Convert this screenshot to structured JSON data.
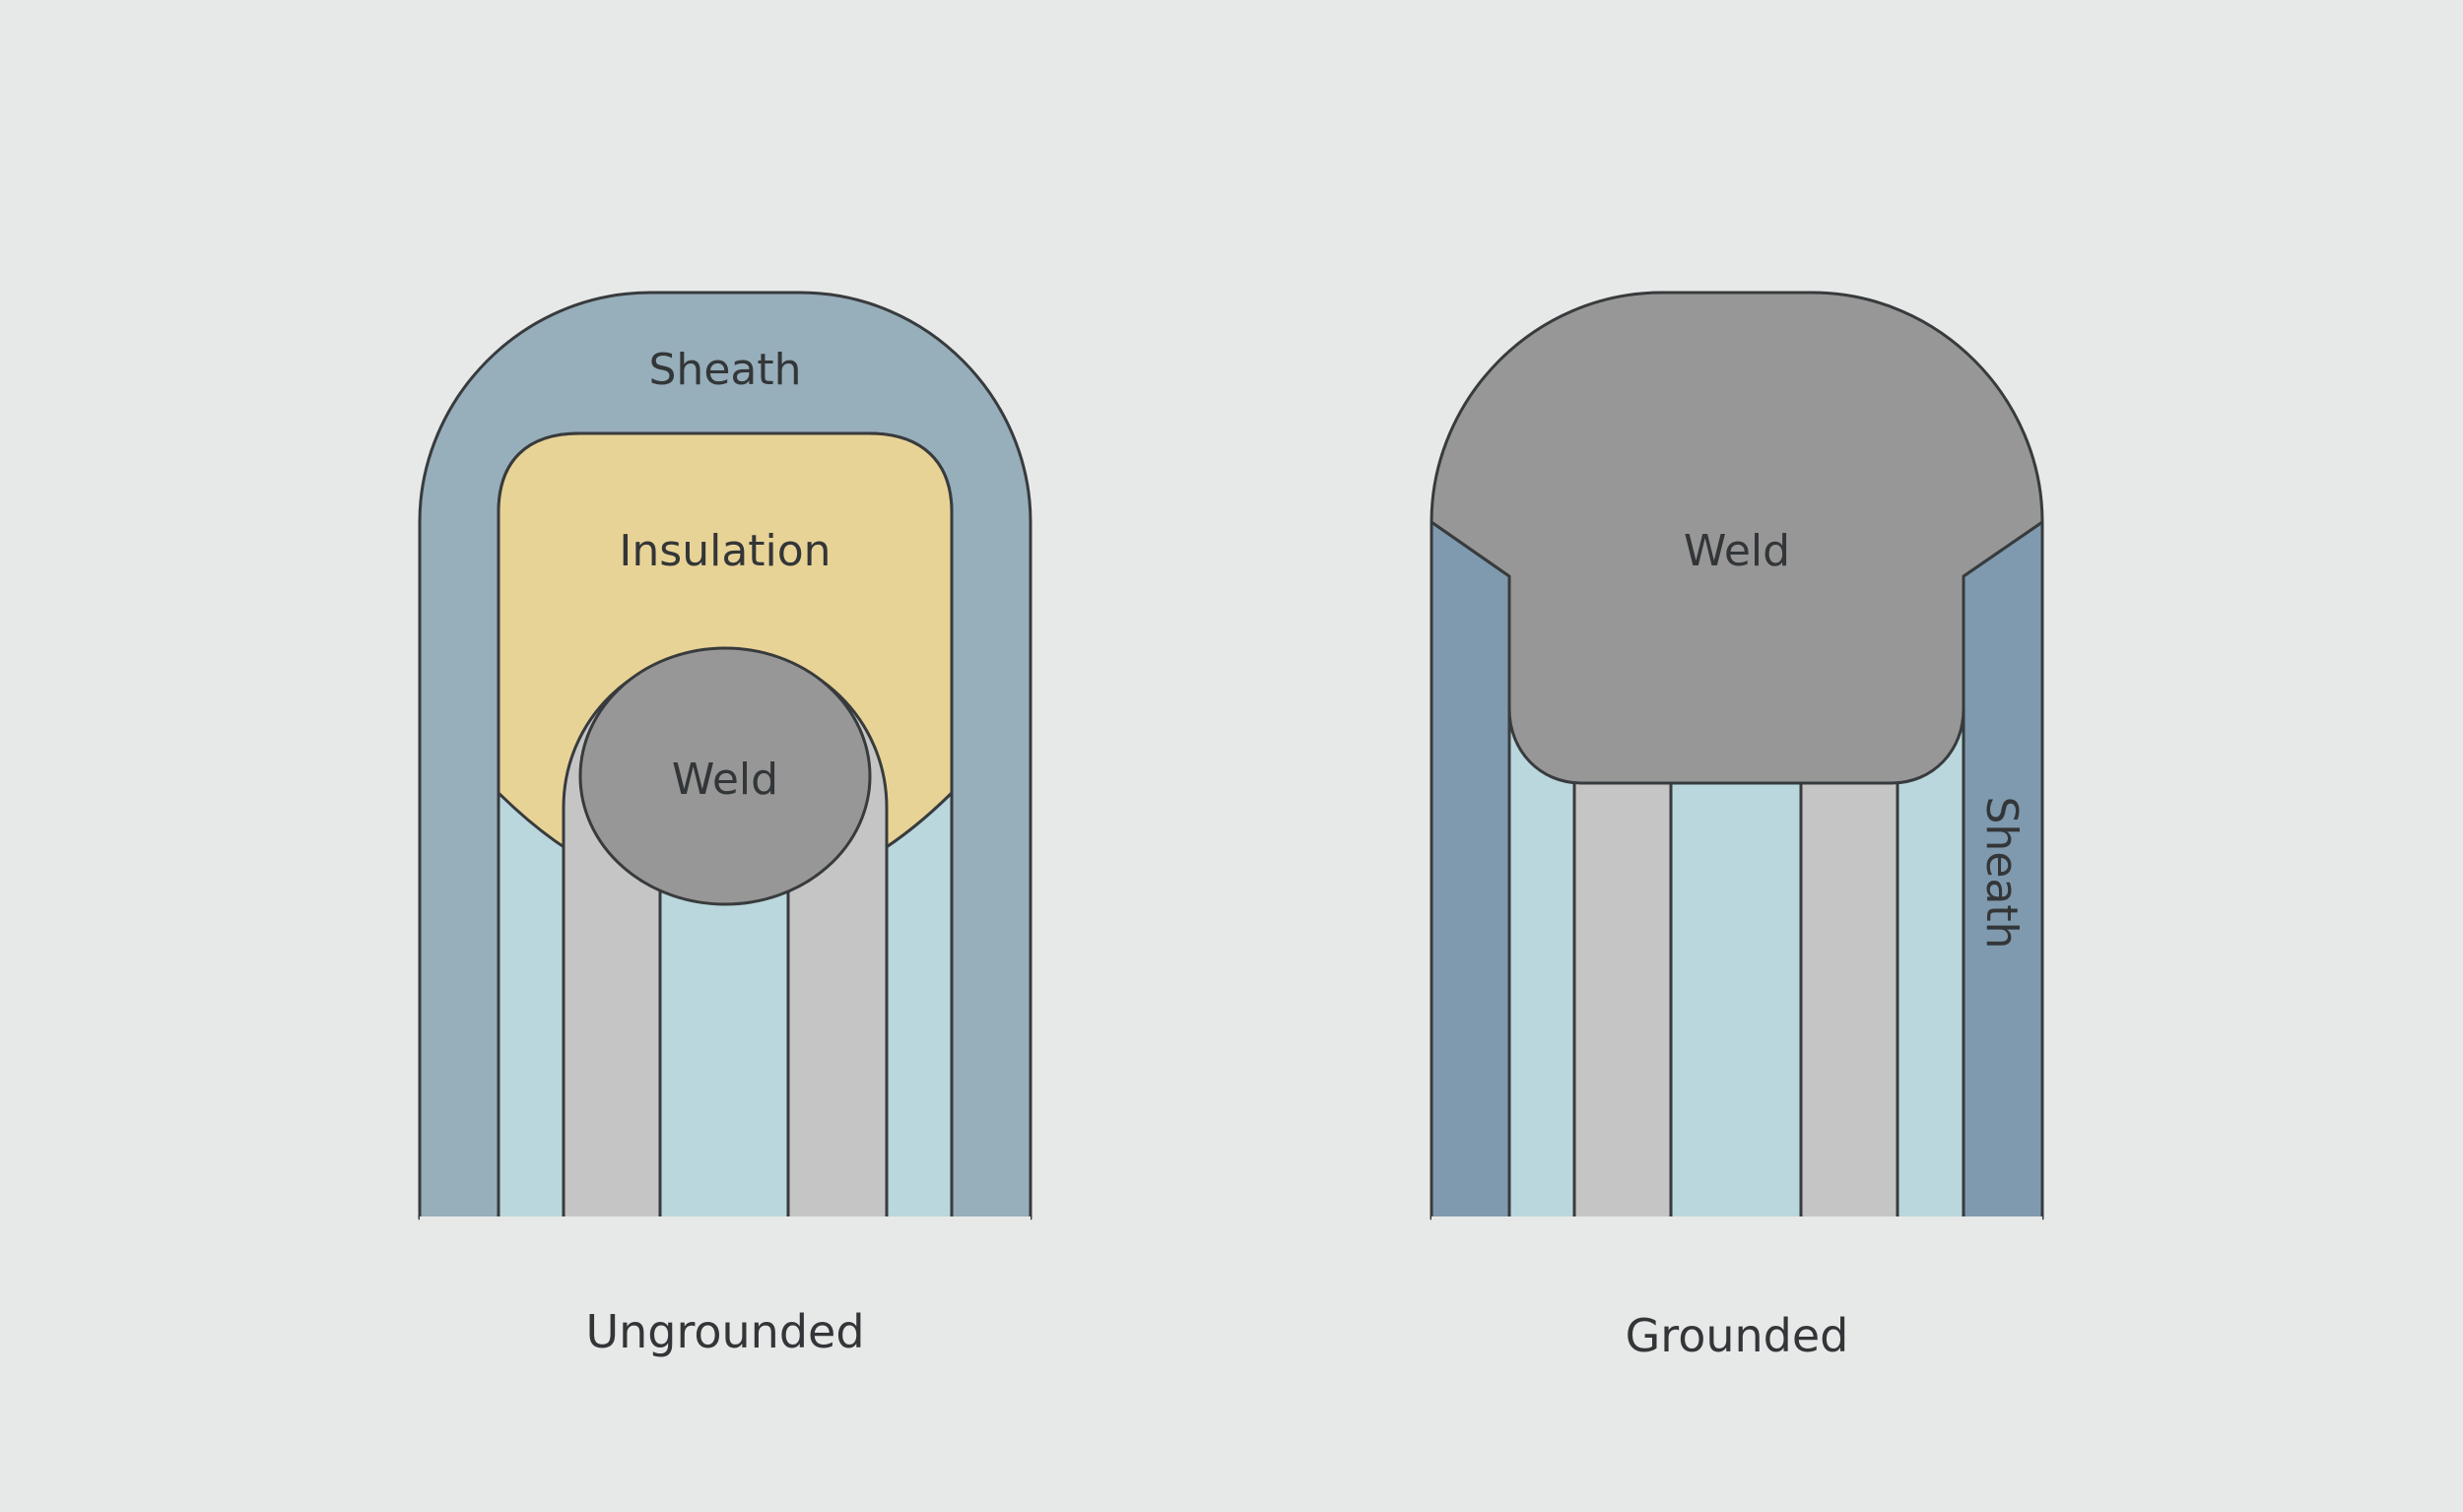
{
  "colors": {
    "background": "#e7e9e8",
    "sheath_ungrounded": "#97aebb",
    "sheath_grounded": "#7f9aae",
    "insulation": "#e8d396",
    "cavity": "#b9d7dc",
    "wire": "#c5c5c5",
    "weld": "#979797",
    "outline": "#383b3d"
  },
  "ungrounded": {
    "sheath_label": "Sheath",
    "insulation_label": "Insulation",
    "weld_label": "Weld",
    "caption": "Ungrounded"
  },
  "grounded": {
    "weld_label": "Weld",
    "sheath_label": "Sheath",
    "caption": "Grounded"
  }
}
